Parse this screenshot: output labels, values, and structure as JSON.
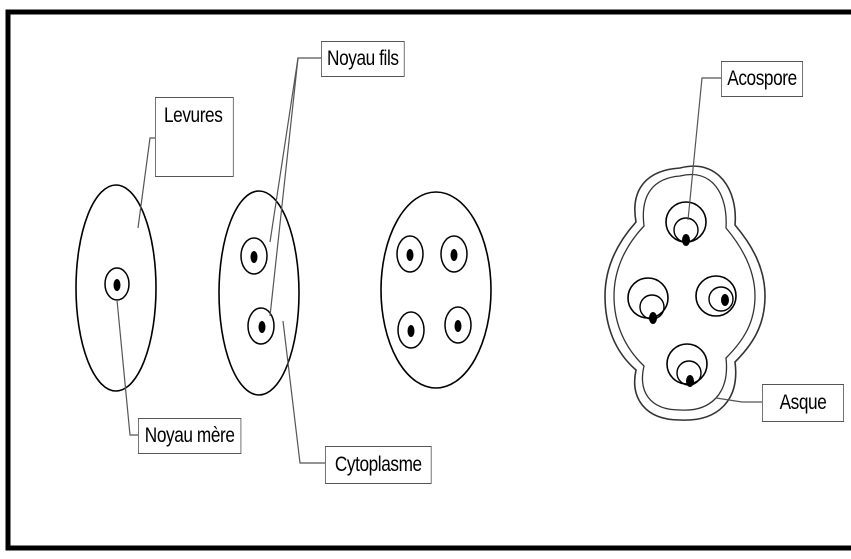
{
  "labels": {
    "levures": "Levures",
    "noyau_fils": "Noyau fils",
    "noyau_mere": "Noyau mère",
    "cytoplasme": "Cytoplasme",
    "acospore": "Acospore",
    "asque": "Asque"
  },
  "colors": {
    "line": "#000000",
    "leader": "#555555",
    "frame": "#000000",
    "background": "#ffffff"
  }
}
